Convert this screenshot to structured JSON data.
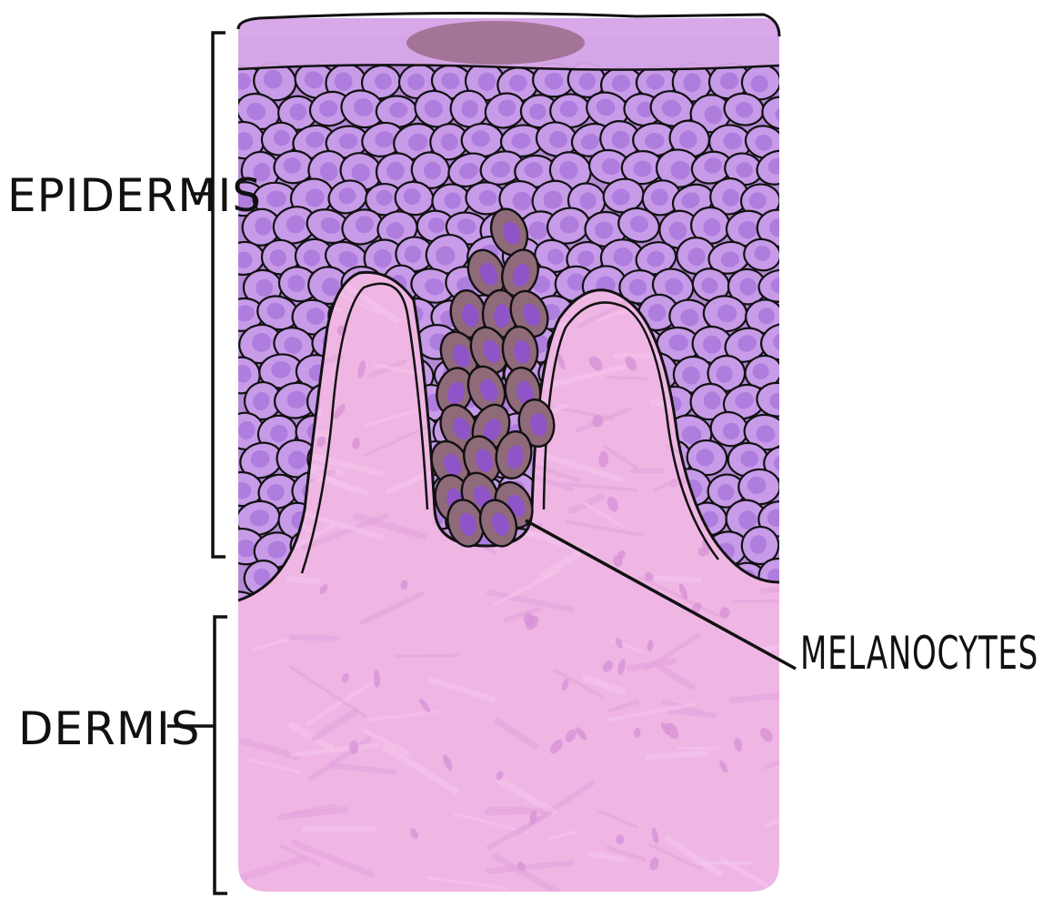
{
  "diagram": {
    "labels": {
      "epidermis": "EPIDERMIS",
      "dermis": "DERMIS",
      "melanocytes": "MELANOCYTES"
    },
    "colors": {
      "epidermis_fill": "#b48ad6",
      "cell_fill": "#c79be8",
      "nucleus": "#9a64d6",
      "dermis_fill": "#efb6e4",
      "melanocyte_fill": "#8f6a79",
      "melanocyte_nucleus": "#8f52d0",
      "stratum_corneum": "#d7a8e8",
      "outline": "#111111"
    }
  }
}
